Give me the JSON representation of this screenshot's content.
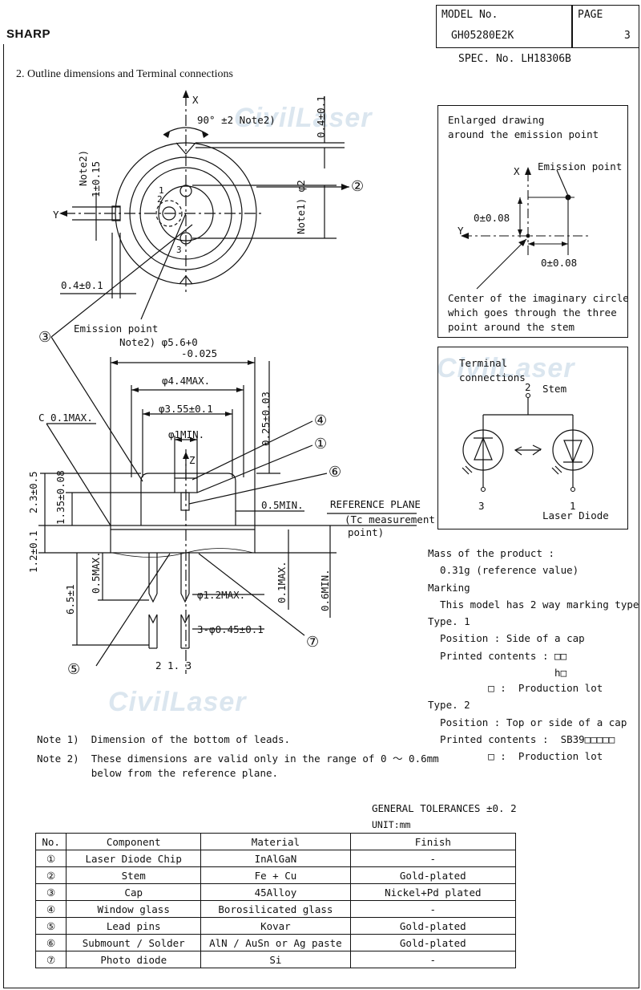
{
  "header": {
    "brand": "SHARP",
    "model_label": "MODEL No.",
    "model_value": "GH05280E2K",
    "page_label": "PAGE",
    "page_value": "3",
    "spec": "SPEC. No. LH18306B"
  },
  "section_title": "2. Outline dimensions and Terminal connections",
  "watermark": "CivilLaser",
  "drawing": {
    "x_label": "X",
    "y_label": "Y",
    "z_label": "Z",
    "angle": "90°  ±2  Note2)",
    "top_tol": "0.4±0.1",
    "note2_side": "Note2)",
    "side_tol": "1±0.15",
    "note1_phi2": "Note1)  φ2",
    "left_04": "0.4±0.1",
    "emission_point": "Emission point",
    "note2_phi": "Note2)  φ5.6+0",
    "phi_tol": "-0.025",
    "phi44": "φ4.4MAX.",
    "phi355": "φ3.55±0.1",
    "phi1min": "φ1MIN.",
    "c01": "C  0.1MAX.",
    "v025": "0.25±0.03",
    "v23": "2.3±0.5",
    "v135": "1.35±0.08",
    "v12": "1.2±0.1",
    "v65": "6.5±1",
    "v05max": "0.5MAX.",
    "v05min": "0.5MIN.",
    "v01max": "0.1MAX.",
    "v06min": "0.6MIN.",
    "phi12max": "φ1.2MAX.",
    "leads": "3-φ0.45±0.1",
    "ref_plane": "REFERENCE PLANE",
    "tc1": "(Tc measurement",
    "tc2": "point)",
    "pin_labels": "2    1.  3",
    "c1": "①",
    "c2": "②",
    "c3": "③",
    "c4": "④",
    "c5": "⑤",
    "c6": "⑥",
    "c7": "⑦",
    "pin1": "1",
    "pin2": "2",
    "pin3": "3"
  },
  "enlarged": {
    "title1": "Enlarged drawing",
    "title2": "around the emission point",
    "x": "X",
    "y": "Y",
    "emission": "Emission point",
    "v1": "0±0.08",
    "v2": "0±0.08",
    "desc1": "Center of the imaginary circle",
    "desc2": "which goes through the three",
    "desc3": "point around the stem"
  },
  "terminal": {
    "title1": "Terminal",
    "title2": "connections",
    "stem": "Stem",
    "pin2": "2",
    "pin3": "3",
    "pin1": "1",
    "device": "Laser Diode"
  },
  "info": [
    "Mass of the product :",
    "  0.31g (reference value)",
    "Marking",
    "  This model has 2 way marking type.",
    "Type. 1",
    "  Position : Side of a cap",
    "  Printed contents : □□",
    "                     h□",
    "          □ :  Production lot",
    "Type. 2",
    "  Position : Top or side of a cap",
    "  Printed contents :  SB39□□□□□",
    "          □ :  Production lot"
  ],
  "notes": [
    "Note 1)  Dimension of the bottom of leads.",
    "Note 2)  These dimensions are valid only in the range of 0 ～ 0.6mm",
    "         below from the reference plane."
  ],
  "tolerance": "GENERAL TOLERANCES ±0. 2",
  "unit": "UNIT:mm",
  "table": {
    "headers": [
      "No.",
      "Component",
      "Material",
      "Finish"
    ],
    "rows": [
      [
        "①",
        "Laser Diode Chip",
        "InAlGaN",
        "-"
      ],
      [
        "②",
        "Stem",
        "Fe + Cu",
        "Gold-plated"
      ],
      [
        "③",
        "Cap",
        "45Alloy",
        "Nickel+Pd plated"
      ],
      [
        "④",
        "Window glass",
        "Borosilicated glass",
        "-"
      ],
      [
        "⑤",
        "Lead pins",
        "Kovar",
        "Gold-plated"
      ],
      [
        "⑥",
        "Submount / Solder",
        "AlN / AuSn or Ag paste",
        "Gold-plated"
      ],
      [
        "⑦",
        "Photo diode",
        "Si",
        "-"
      ]
    ]
  }
}
